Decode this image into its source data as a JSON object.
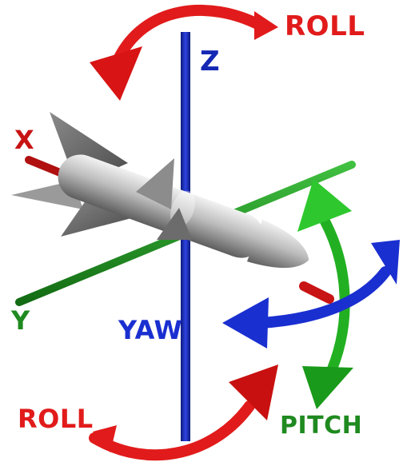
{
  "labels": {
    "roll_top": "ROLL",
    "roll_bottom": "ROLL",
    "z_axis": "Z",
    "x_axis": "X",
    "y_axis": "Y",
    "yaw": "YAW",
    "pitch": "PITCH"
  },
  "colors": {
    "roll": "#e11b1b",
    "z_axis": "#1428b4",
    "x_axis": "#c81414",
    "y_axis": "#1f8a1f",
    "yaw": "#1a2fd0",
    "pitch": "#22b022",
    "missile_body": "#b8b8b8"
  }
}
